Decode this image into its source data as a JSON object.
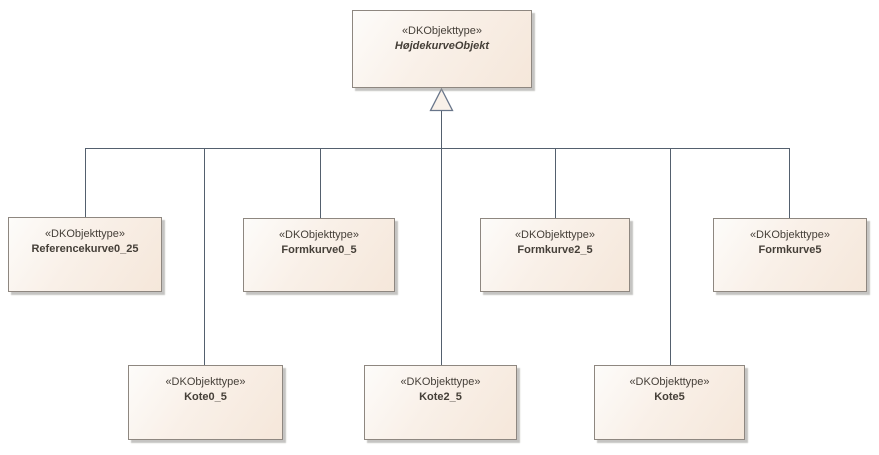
{
  "diagram": {
    "kind": "uml-generalization-hierarchy",
    "nodes": [
      {
        "stereotype": "«DKObjekttype»",
        "name": "HøjdekurveObjekt",
        "role": "parent",
        "abstract": true
      },
      {
        "stereotype": "«DKObjekttype»",
        "name": "Referencekurve0_25",
        "role": "child"
      },
      {
        "stereotype": "«DKObjekttype»",
        "name": "Formkurve0_5",
        "role": "child"
      },
      {
        "stereotype": "«DKObjekttype»",
        "name": "Formkurve2_5",
        "role": "child"
      },
      {
        "stereotype": "«DKObjekttype»",
        "name": "Formkurve5",
        "role": "child"
      },
      {
        "stereotype": "«DKObjekttype»",
        "name": "Kote0_5",
        "role": "child"
      },
      {
        "stereotype": "«DKObjekttype»",
        "name": "Kote2_5",
        "role": "child"
      },
      {
        "stereotype": "«DKObjekttype»",
        "name": "Kote5",
        "role": "child"
      }
    ],
    "colors": {
      "box_fill_light": "#fdfcfa",
      "box_fill_dark": "#f5e7da",
      "box_border": "#8e8780",
      "box_shadow": "#96938f",
      "connector_line": "#54606e",
      "arrowhead_fill": "#f9f1e9",
      "arrowhead_stroke": "#68758a",
      "text": "#453f38",
      "background": "#ffffff"
    }
  }
}
